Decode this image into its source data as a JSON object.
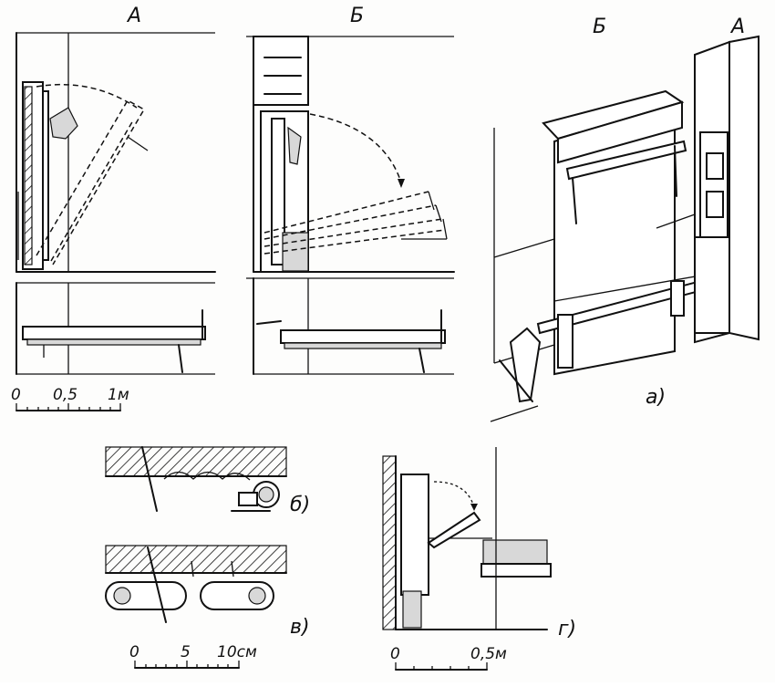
{
  "labels": {
    "view_a_left": "А",
    "view_b_left": "Б",
    "view_b_right": "Б",
    "view_a_right": "А",
    "fig_a": "а)",
    "fig_b": "б)",
    "fig_v": "в)",
    "fig_g": "г)"
  },
  "scales": {
    "main": {
      "zero": "0",
      "mid": "0,5",
      "end": "1м"
    },
    "detail": {
      "zero": "0",
      "mid": "5",
      "end": "10см"
    },
    "small": {
      "zero": "0",
      "end": "0,5м"
    }
  }
}
